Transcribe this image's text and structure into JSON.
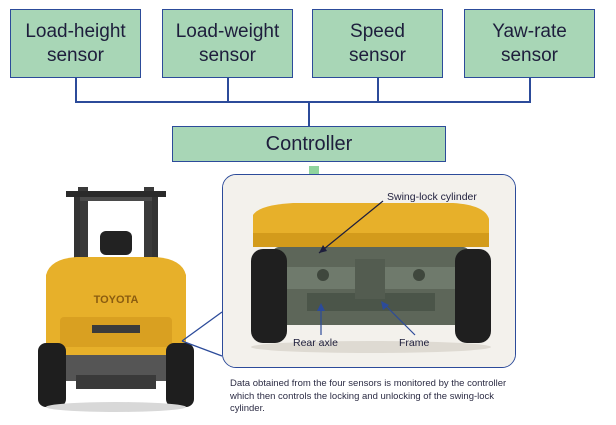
{
  "sensors": [
    {
      "line1": "Load-height",
      "line2": "sensor"
    },
    {
      "line1": "Load-weight",
      "line2": "sensor"
    },
    {
      "line1": "Speed",
      "line2": "sensor"
    },
    {
      "line1": "Yaw-rate",
      "line2": "sensor"
    }
  ],
  "controller": {
    "label": "Controller"
  },
  "callouts": {
    "cylinder": "Swing-lock cylinder",
    "rear_axle": "Rear axle",
    "frame": "Frame"
  },
  "caption": "Data obtained from the four sensors is monitored by the controller which then controls the locking and unlocking of the swing-lock cylinder.",
  "colors": {
    "box_fill": "#a8d6b6",
    "line": "#2c4b9a",
    "forklift_yellow": "#e7b02a",
    "dash": "#8fd49d"
  }
}
